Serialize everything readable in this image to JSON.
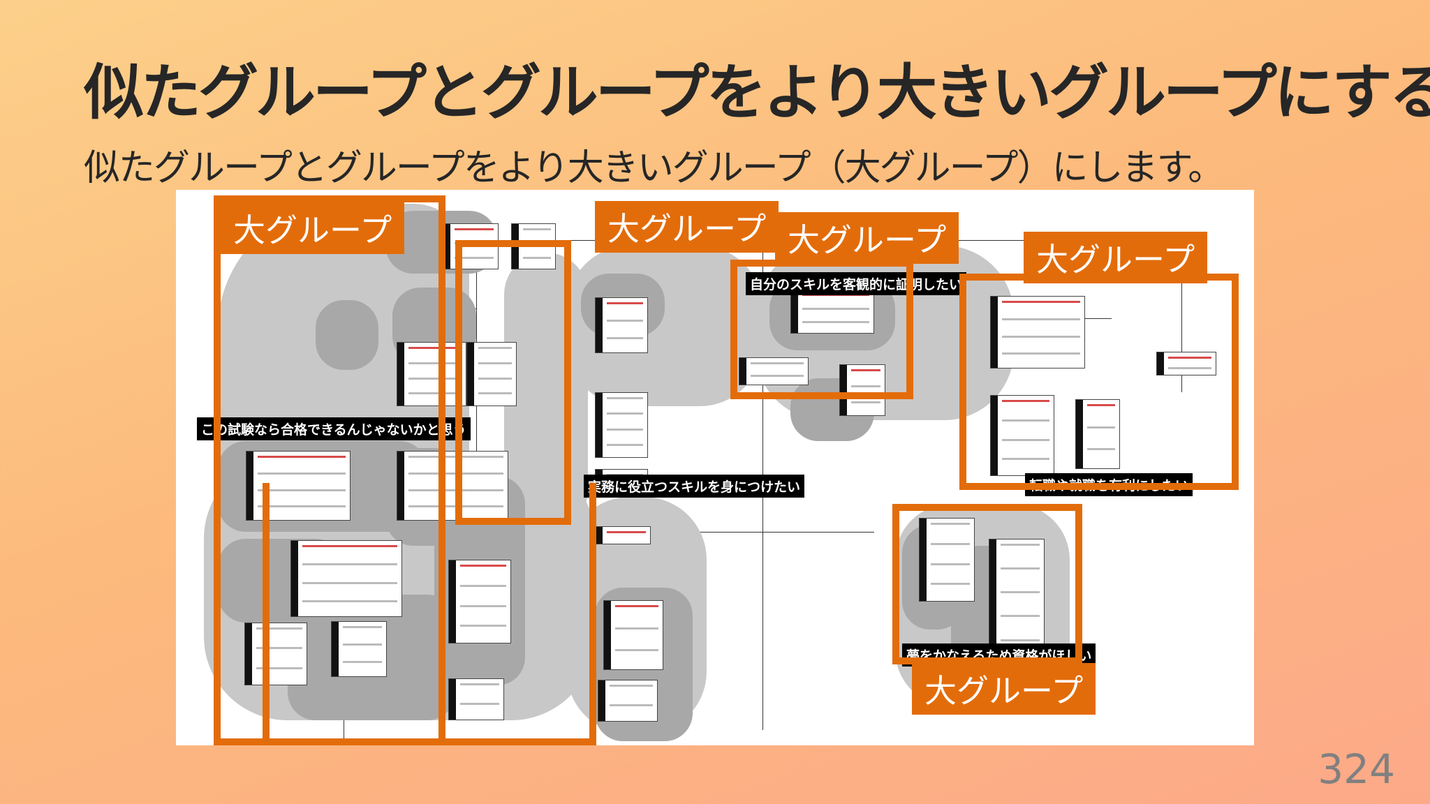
{
  "slide": {
    "title": "似たグループとグループをより大きいグループにする",
    "subtitle": "似たグループとグループをより大きいグループ（大グループ）にします。",
    "page_number": "324"
  },
  "diagram": {
    "group_label": "大グループ",
    "group_count": 6,
    "strip_labels": {
      "a": "この試験なら合格できるんじゃないかと思う",
      "b": "実務に役立つスキルを身につけたい",
      "c": "自分のスキルを客観的に証明したい",
      "d": "転職や就職を有利にしたい",
      "e": "夢をかなえるため資格がほしい"
    },
    "accent_color": "#e36c0a",
    "strip_color": "#000000",
    "blob_color": "#c8c8c8"
  }
}
